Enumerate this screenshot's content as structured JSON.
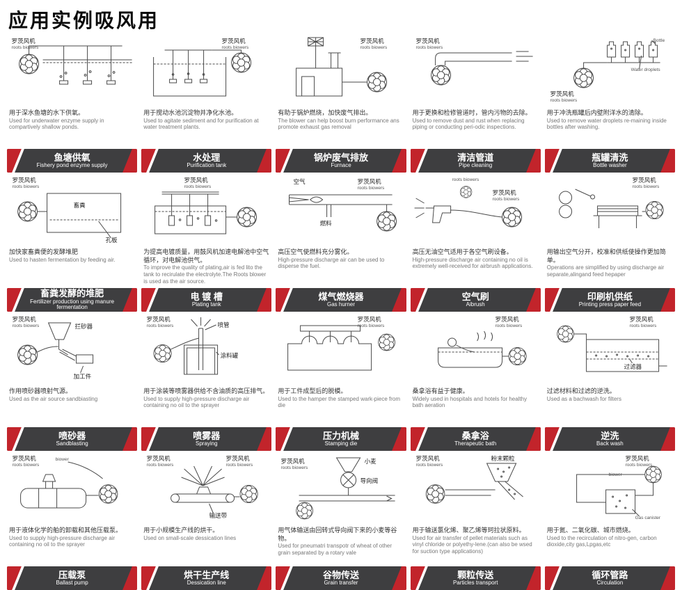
{
  "page": {
    "title": "应用实例吸风用"
  },
  "shared": {
    "blower_zh": "罗茨风机",
    "blower_en": "roots biowers"
  },
  "colors": {
    "banner_bg": "#3e3e40",
    "banner_accent": "#c2242b"
  },
  "cells": [
    {
      "banner_zh": "鱼塘供氧",
      "banner_en": "Fishery pond enzyme supply",
      "desc_zh": "用于深水鱼塘的水下供氧。",
      "desc_en": "Used for underwater enzyme supply in compartively shallow ponds.",
      "labels": {}
    },
    {
      "banner_zh": "水处理",
      "banner_en": "Purification tank",
      "desc_zh": "用于搅动水池沉淀物并净化水池。",
      "desc_en": "Used to agitate sediment and for purification at water treatment plants.",
      "labels": {}
    },
    {
      "banner_zh": "锅炉废气排放",
      "banner_en": "Furnace",
      "desc_zh": "有助于锅炉燃烧，加快废气排出。",
      "desc_en": "The blower can help boost burn performance ans promote exhaust gas removal",
      "labels": {}
    },
    {
      "banner_zh": "清洁管道",
      "banner_en": "Pipe cleaning",
      "desc_zh": "用于更换和检修管道时，管内污物的去除。",
      "desc_en": "Used to remove dust and rust when replacing piping or conducting peri-odic inspections.",
      "labels": {}
    },
    {
      "banner_zh": "瓶罐清洗",
      "banner_en": "Bottle washer",
      "desc_zh": "用于冲洗瓶罐后内壁附洋水的清除。",
      "desc_en": "Used to remove water droplets re-maining inside bottles after washing.",
      "labels": {
        "bottle": "Bottle",
        "droplets": "Water droplets"
      }
    },
    {
      "banner_zh": "畜粪发酵的堆肥",
      "banner_en": "Fertilizer production using manure fermentation",
      "desc_zh": "加快家畜粪便的发酵堆肥",
      "desc_en": "Used to hasten fermentation by feeding air.",
      "labels": {
        "manure": "畜粪",
        "plate": "孔板"
      }
    },
    {
      "banner_zh": "电 镀 槽",
      "banner_en": "Plating tank",
      "desc_zh": "为提高电镀质量，用鼓风机加速电解池中空气循环，对电解池供气。",
      "desc_en": "To improve the quality of plating,air is fed lito the tank to recirulate the electrolyte.The Roots blower is used as the air source.",
      "labels": {}
    },
    {
      "banner_zh": "煤气燃烧器",
      "banner_en": "Gas hurner",
      "desc_zh": "高压空气使燃料充分雾化。",
      "desc_en": "High-pressure discharge air can be used to disperse the fuel.",
      "labels": {
        "air": "空气",
        "fuel": "燃料"
      }
    },
    {
      "banner_zh": "空气刷",
      "banner_en": "Aibrush",
      "desc_zh": "高压无油空气适用于各空气刷设备。",
      "desc_en": "High-pressure discharge air containing no oil is extremely well-received for airbrush applications.",
      "labels": {}
    },
    {
      "banner_zh": "印刷机供纸",
      "banner_en": "Printing press paper feed",
      "desc_zh": "用输出空气分开，校准和供纸使操作更加简单。",
      "desc_en": "Operations are simplified by using discharge air separate,alingand feed hepaper",
      "labels": {}
    },
    {
      "banner_zh": "喷砂器",
      "banner_en": "Sandblasting",
      "desc_zh": "作用喷砂器喷射气源。",
      "desc_en": "Used as the air source sandbiasting",
      "labels": {
        "hopper": "拦砂器",
        "work": "加工件"
      }
    },
    {
      "banner_zh": "喷雾器",
      "banner_en": "Spraying",
      "desc_zh": "用于涂装等喷雾器供给不含油质的高压排气。",
      "desc_en": "Used to supply high-pressure discharge air containing no oil to the sprayer",
      "labels": {
        "pipe": "喷管",
        "paint": "涂料罐"
      }
    },
    {
      "banner_zh": "压力机械",
      "banner_en": "Stamping die",
      "desc_zh": "用于工件成型后的脱模。",
      "desc_en": "Used to the hamper the stamped wark-piece from die",
      "labels": {}
    },
    {
      "banner_zh": "桑拿浴",
      "banner_en": "Therapeutic bath",
      "desc_zh": "桑拿浴有益于健康。",
      "desc_en": "Widely used in hospitals and hotels for healthy bath aeration",
      "labels": {}
    },
    {
      "banner_zh": "逆洗",
      "banner_en": "Back wash",
      "desc_zh": "过滤材料和过滤的逆洗。",
      "desc_en": "Used as a bachwash for filters",
      "labels": {
        "filter": "过滤器"
      }
    },
    {
      "banner_zh": "压载泵",
      "banner_en": "Ballast pump",
      "desc_zh": "用于液体化学的舶的卸载和其他压载泵。",
      "desc_en": "Used to supply high-pressure discharge air containing no oil to the sprayer",
      "labels": {
        "blower_small": "biower"
      }
    },
    {
      "banner_zh": "烘干生产线",
      "banner_en": "Dessication line",
      "desc_zh": "用于小规模生产线的烘干。",
      "desc_en": "Used on small-scale dessication lines",
      "labels": {
        "belt": "输送带"
      }
    },
    {
      "banner_zh": "谷物传送",
      "banner_en": "Grain transfer",
      "desc_zh": "用气体输送由回转式导向阀下来的小麦等谷物。",
      "desc_en": "Used for pneumatri transpotr of wheat of other grain separated by a rotary vale",
      "labels": {
        "wheat": "小麦",
        "valve": "导向阀"
      }
    },
    {
      "banner_zh": "颗粒传送",
      "banner_en": "Particles transport",
      "desc_zh": "用于输送氯化烯、聚乙烯等珂拉状原料。",
      "desc_en": "Used for air transfer of pellet materials such as vinyl chloride or polyethy-lene.(can also be wsed for suction type applications)",
      "labels": {
        "powder": "粉末颗粒"
      }
    },
    {
      "banner_zh": "循环管路",
      "banner_en": "Circulation",
      "desc_zh": "用于氮、二氧化碳、城市燃烧。",
      "desc_en": "Used to the recirculation of nitro-gen, carbon dioxide,city gas,Lpgas,etc",
      "labels": {
        "blower_small": "biower",
        "canister": "Gas canister"
      }
    }
  ]
}
